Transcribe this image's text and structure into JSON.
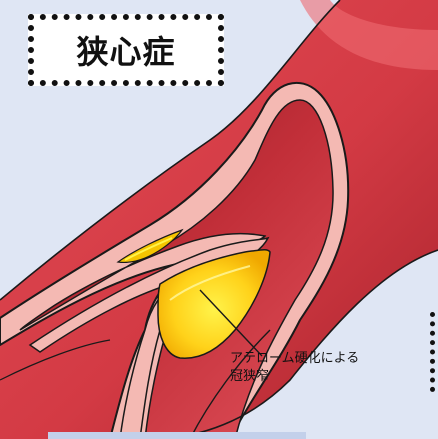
{
  "title": "狭心症",
  "annotation": {
    "line1": "アテローム硬化による",
    "line2": "冠狭窄"
  },
  "colors": {
    "background": "#dfe6f4",
    "vessel_outer": "#d9424a",
    "vessel_dark": "#a8232c",
    "vessel_wall": "#f4b9b3",
    "lumen": "#c22f39",
    "plaque_yellow": "#f7c000",
    "plaque_light": "#fff34a"
  }
}
